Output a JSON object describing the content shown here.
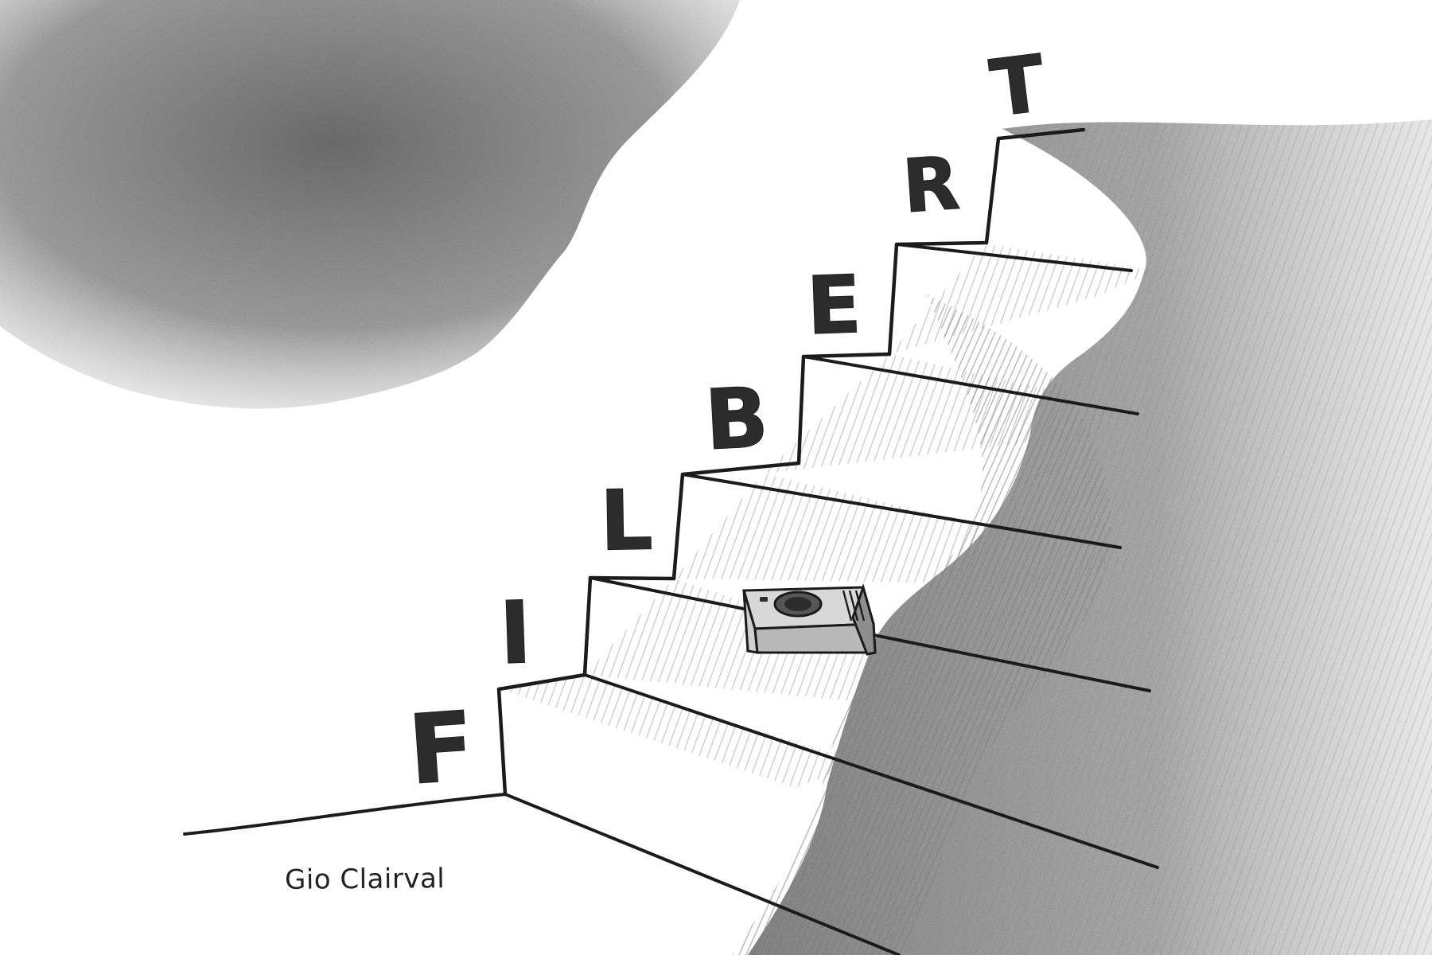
{
  "artwork": {
    "letters": [
      {
        "id": "F",
        "text": "F"
      },
      {
        "id": "I",
        "text": "I"
      },
      {
        "id": "L",
        "text": "L"
      },
      {
        "id": "B",
        "text": "B"
      },
      {
        "id": "E",
        "text": "E"
      },
      {
        "id": "R",
        "text": "R"
      },
      {
        "id": "T",
        "text": "T"
      }
    ],
    "signature": "Gio Clairval",
    "colors": {
      "graphite": "#1d1d1d",
      "shadow": "#7b7b7b",
      "paper": "#ffffff"
    }
  }
}
